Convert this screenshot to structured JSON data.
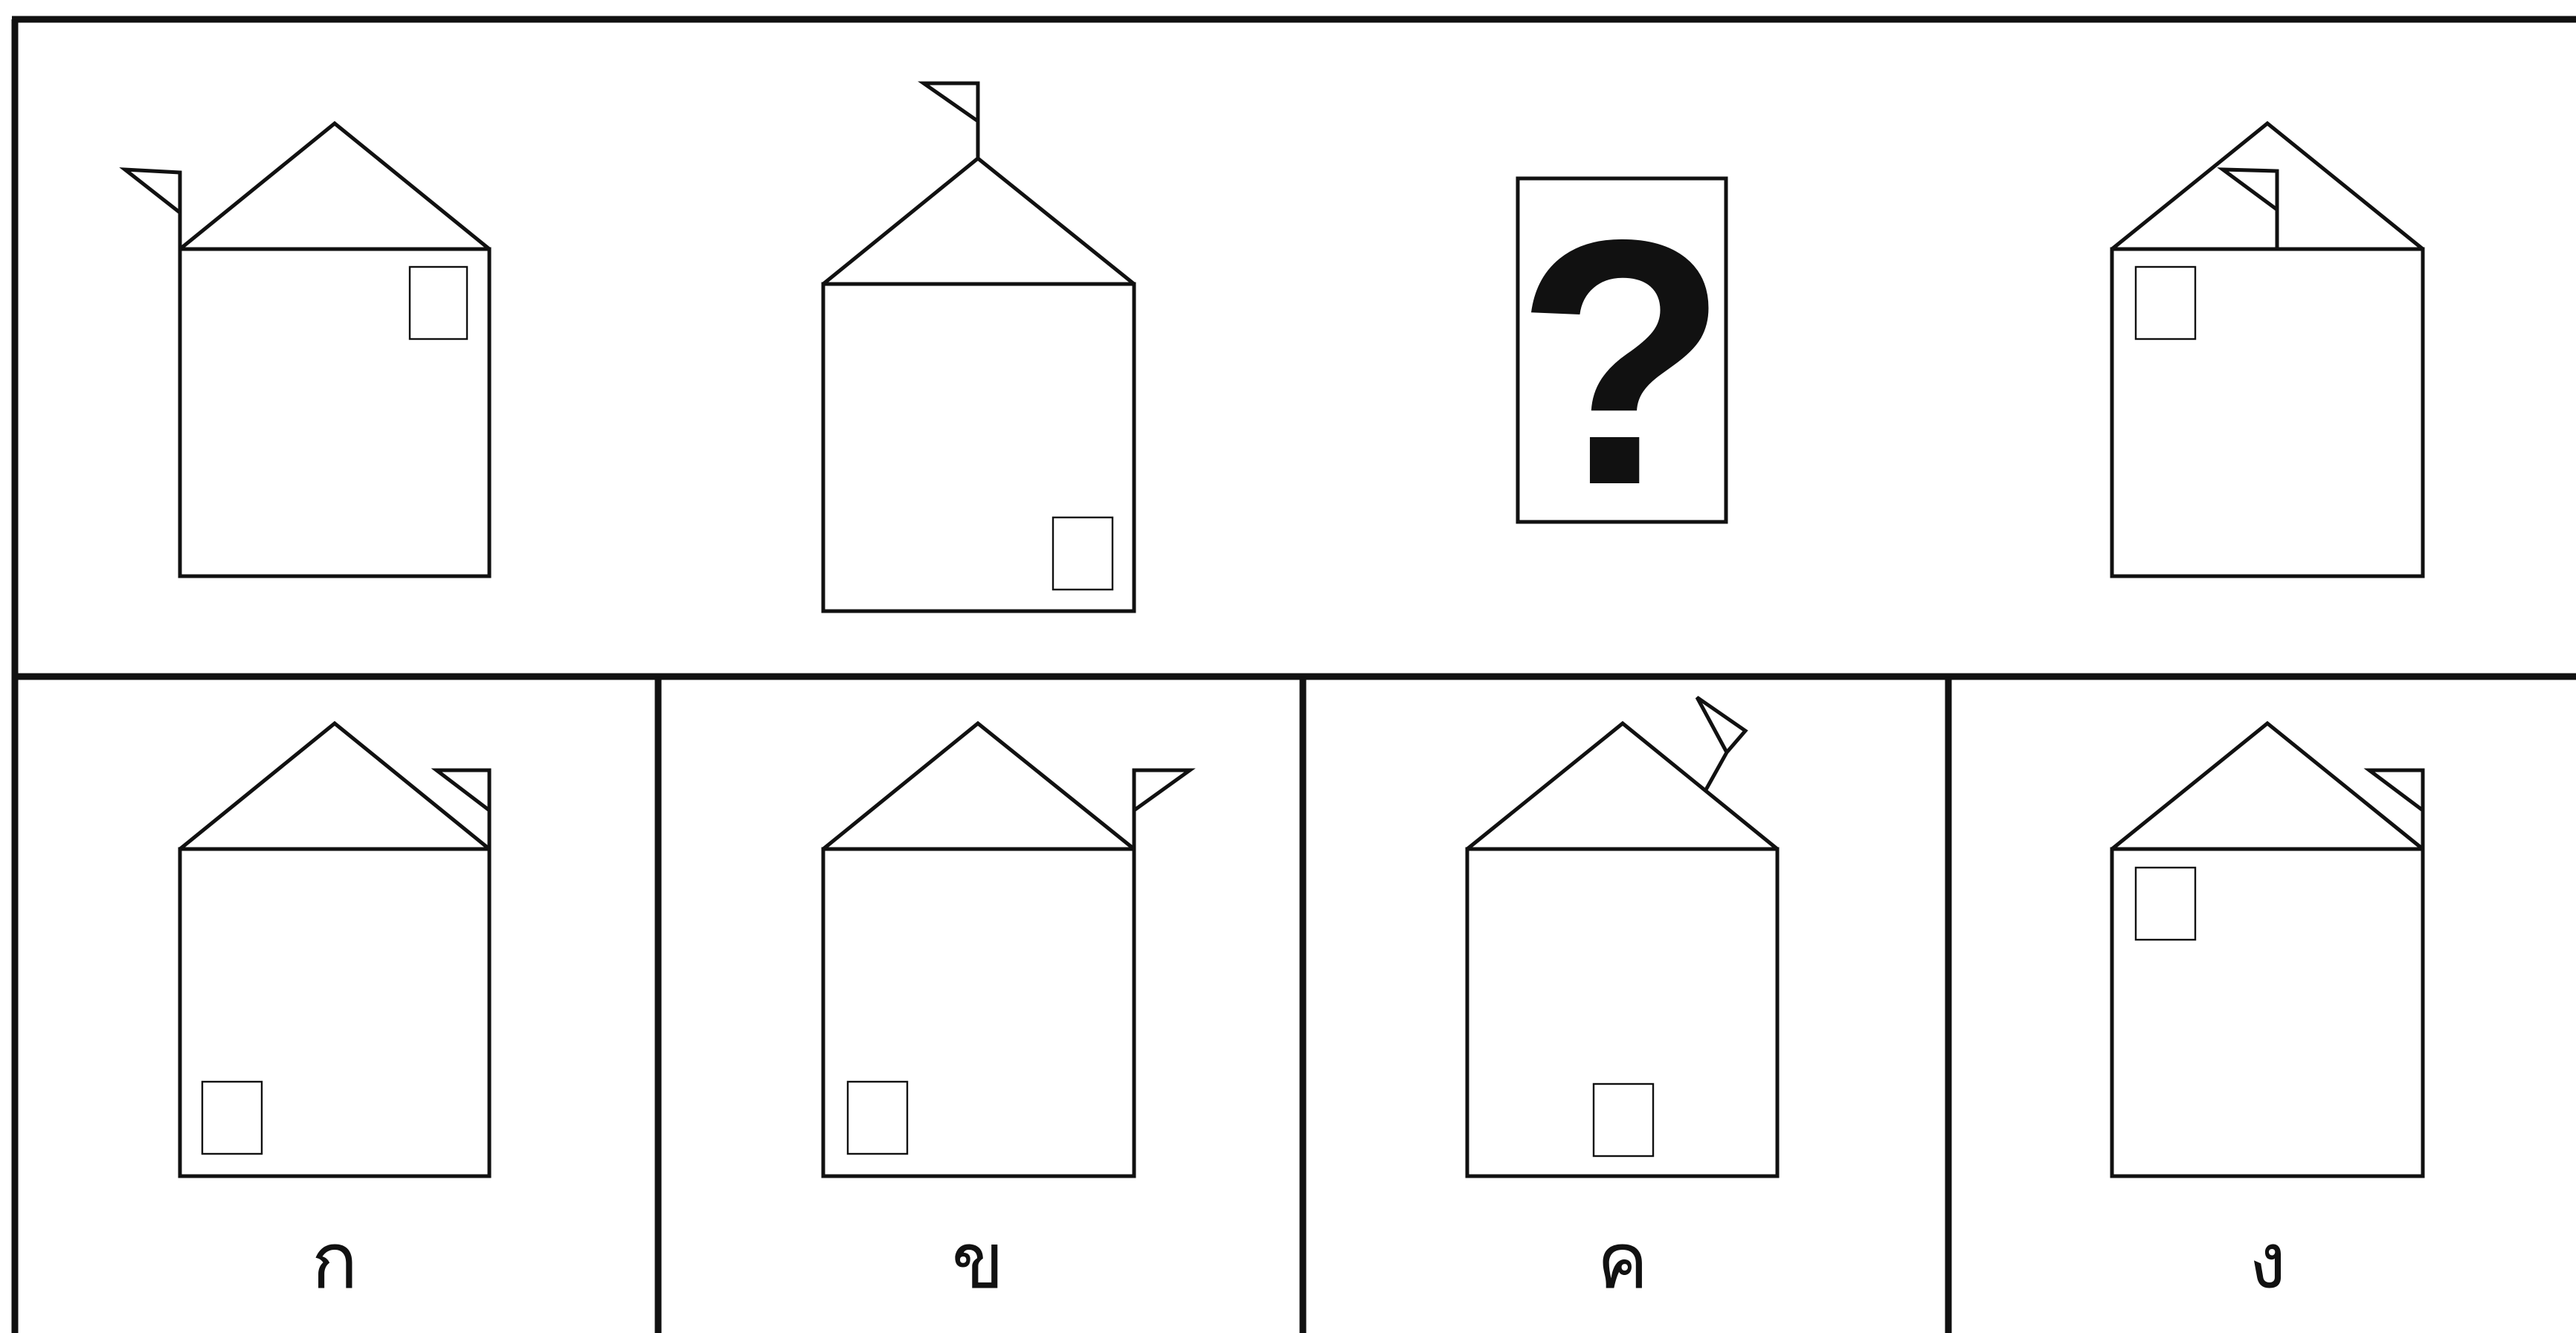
{
  "question": {
    "sequence": [
      {
        "name": "house-1",
        "flag": "left-eave",
        "window": "top-right"
      },
      {
        "name": "house-2",
        "flag": "apex",
        "window": "bottom-right"
      },
      {
        "name": "missing",
        "placeholder": "?"
      },
      {
        "name": "house-4",
        "flag": "roof-left-inside",
        "window": "top-left"
      }
    ]
  },
  "options": [
    {
      "label": "ก",
      "flag": "right-eave-inside",
      "window": "bottom-left"
    },
    {
      "label": "ข",
      "flag": "right-eave-outside",
      "window": "bottom-left"
    },
    {
      "label": "ค",
      "flag": "roof-right-up",
      "window": "bottom-center"
    },
    {
      "label": "ง",
      "flag": "right-eave-inside",
      "window": "top-left"
    }
  ],
  "colors": {
    "ink": "#111111",
    "background": "#ffffff"
  }
}
